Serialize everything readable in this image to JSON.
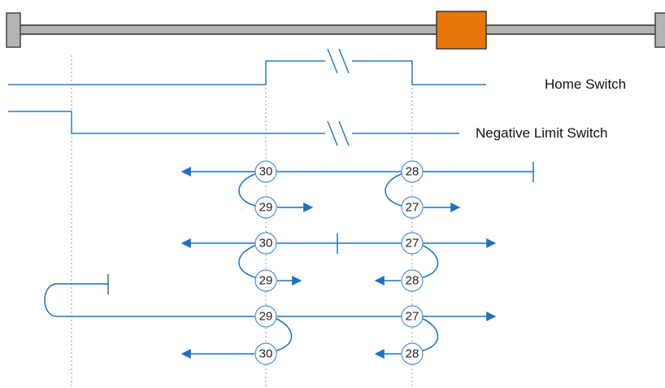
{
  "labels": {
    "home_switch": "Home Switch",
    "negative_limit_switch": "Negative Limit Switch"
  },
  "colors": {
    "flow": "#1a73c1",
    "node_stroke": "#4a90d9",
    "signal": "#2b7bc4",
    "carriage": "#e8750a",
    "carriage_stroke": "#3a3a3a",
    "rail": "#b4b4b4",
    "rail_stroke": "#444444",
    "guide": "#9a9a9a"
  },
  "nodes": [
    {
      "id": "row1-left",
      "text": "30"
    },
    {
      "id": "row1-right",
      "text": "28"
    },
    {
      "id": "row2-left",
      "text": "29"
    },
    {
      "id": "row2-right",
      "text": "27"
    },
    {
      "id": "row3-left",
      "text": "30"
    },
    {
      "id": "row3-right",
      "text": "27"
    },
    {
      "id": "row4-left",
      "text": "29"
    },
    {
      "id": "row4-right",
      "text": "28"
    },
    {
      "id": "row5-left",
      "text": "29"
    },
    {
      "id": "row5-right",
      "text": "27"
    },
    {
      "id": "row6-left",
      "text": "30"
    },
    {
      "id": "row6-right",
      "text": "28"
    }
  ]
}
